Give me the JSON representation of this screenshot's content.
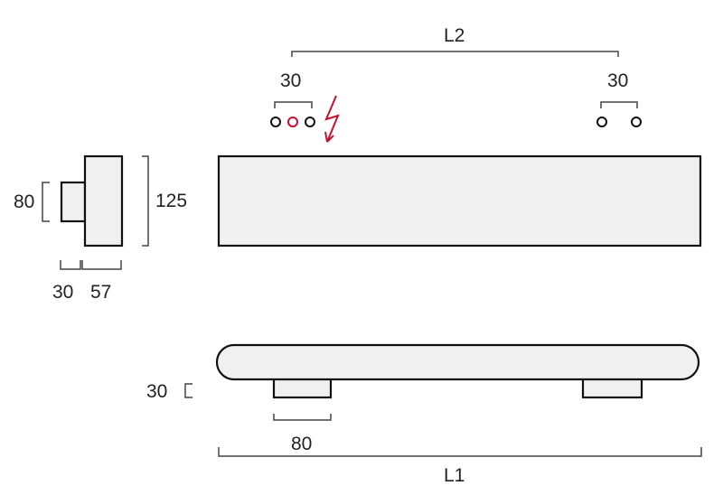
{
  "side_view": {
    "height_label": "125",
    "tab_height_label": "80",
    "tab_depth_label": "30",
    "body_depth_label": "57"
  },
  "front_view": {
    "hole_spacing_label": "L2",
    "left_hole_group_label": "30",
    "right_hole_group_label": "30",
    "accent_color": "#c8102e"
  },
  "top_view": {
    "foot_height_label": "30",
    "foot_width_label": "80",
    "total_length_label": "L1"
  }
}
